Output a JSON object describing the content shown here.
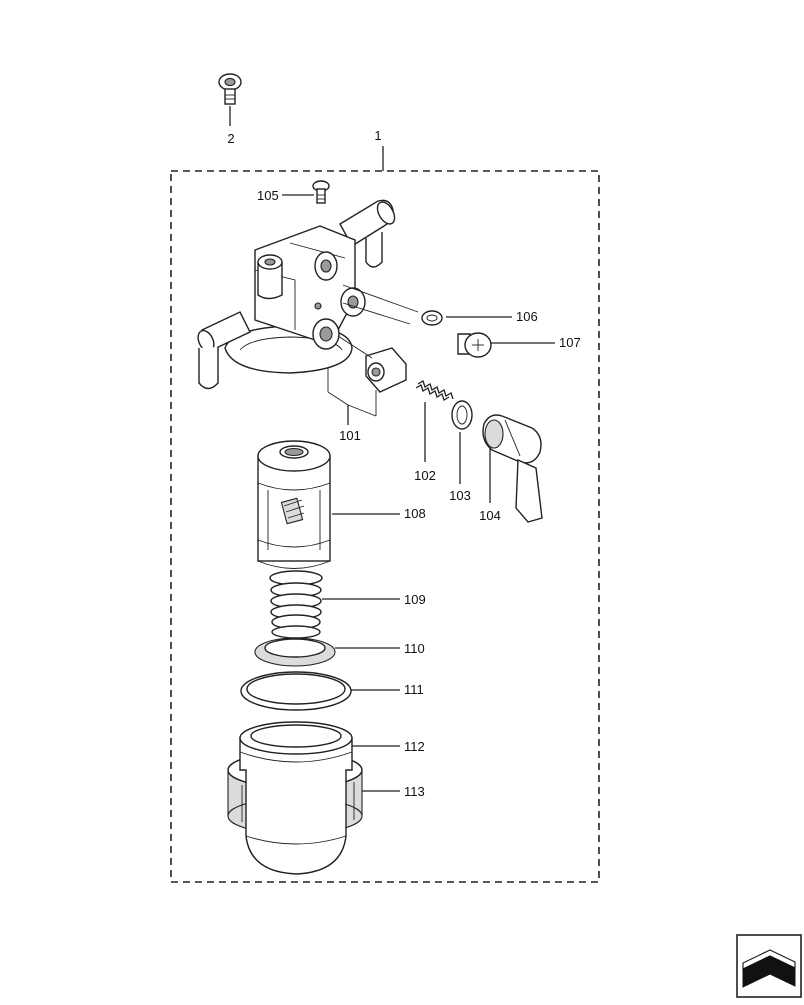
{
  "assembly_label": "1",
  "callouts": [
    {
      "id": "c2",
      "label": "2"
    },
    {
      "id": "c105",
      "label": "105"
    },
    {
      "id": "c106",
      "label": "106"
    },
    {
      "id": "c107",
      "label": "107"
    },
    {
      "id": "c101",
      "label": "101"
    },
    {
      "id": "c102",
      "label": "102"
    },
    {
      "id": "c103",
      "label": "103"
    },
    {
      "id": "c104",
      "label": "104"
    },
    {
      "id": "c108",
      "label": "108"
    },
    {
      "id": "c109",
      "label": "109"
    },
    {
      "id": "c110",
      "label": "110"
    },
    {
      "id": "c111",
      "label": "111"
    },
    {
      "id": "c112",
      "label": "112"
    },
    {
      "id": "c113",
      "label": "113"
    }
  ],
  "nav_icon": "next-page-arrow-icon"
}
